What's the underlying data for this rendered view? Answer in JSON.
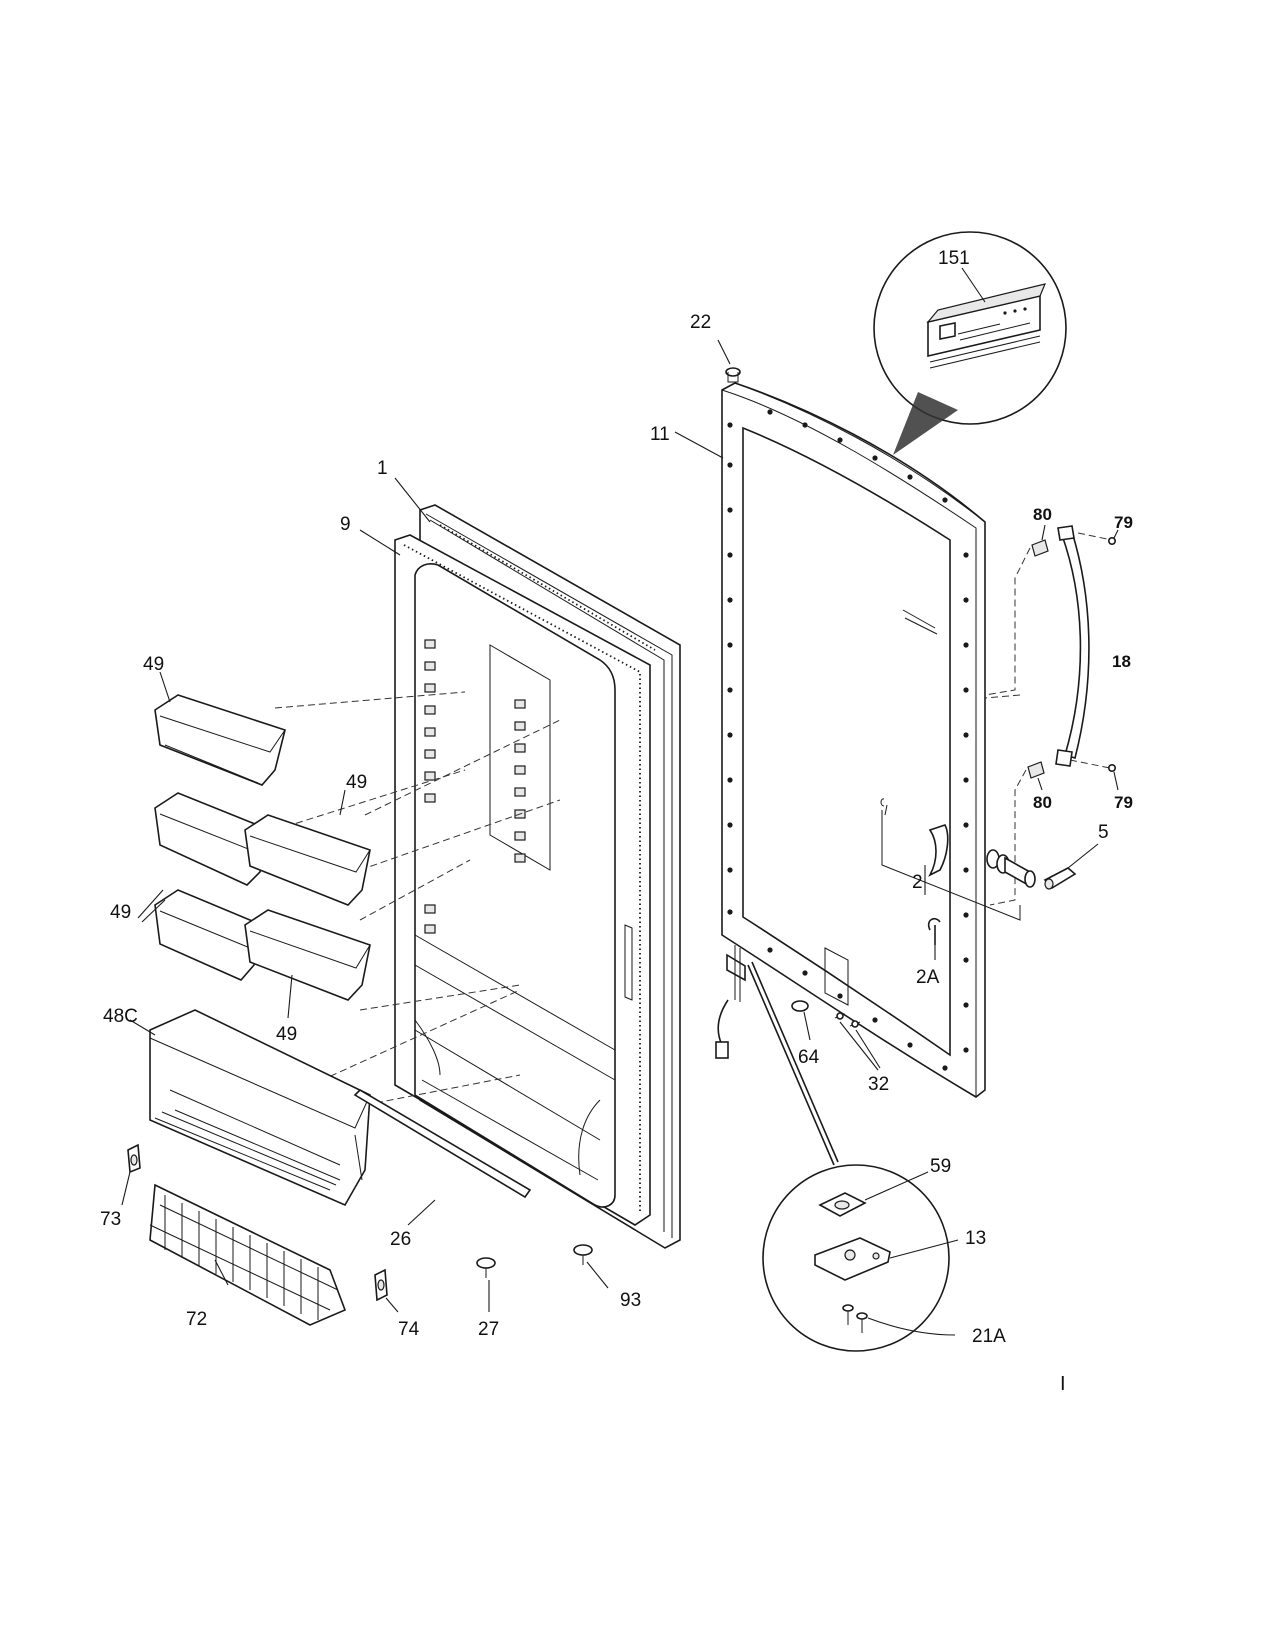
{
  "labels": {
    "p1": "1",
    "p9": "9",
    "p11": "11",
    "p22": "22",
    "p151": "151",
    "p80a": "80",
    "p79a": "79",
    "p18": "18",
    "p80b": "80",
    "p79b": "79",
    "p5": "5",
    "p2": "2",
    "p2A": "2A",
    "p64": "64",
    "p32": "32",
    "p59": "59",
    "p13": "13",
    "p21A": "21A",
    "p49a": "49",
    "p49b": "49",
    "p49c": "49",
    "p49d": "49",
    "p48C": "48C",
    "p73": "73",
    "p72": "72",
    "p74": "74",
    "p26": "26",
    "p27": "27",
    "p93": "93"
  },
  "page_mark": "I"
}
